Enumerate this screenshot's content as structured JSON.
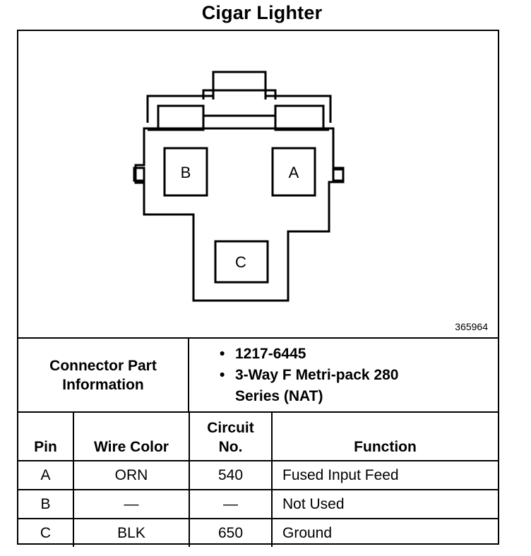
{
  "title": "Cigar Lighter",
  "figure_id": "365964",
  "connector": {
    "cavities": [
      {
        "id": "B",
        "label": "B"
      },
      {
        "id": "A",
        "label": "A"
      },
      {
        "id": "C",
        "label": "C"
      }
    ]
  },
  "connector_info": {
    "label": "Connector Part Information",
    "items": [
      "1217-6445",
      "3-Way F Metri-pack 280 Series (NAT)"
    ],
    "bullet": "•"
  },
  "pin_table": {
    "headers": {
      "pin": "Pin",
      "wire_color": "Wire Color",
      "circuit_line1": "Circuit",
      "circuit_line2": "No.",
      "function": "Function"
    },
    "rows": [
      {
        "pin": "A",
        "wire_color": "ORN",
        "circuit": "540",
        "function": "Fused Input Feed"
      },
      {
        "pin": "B",
        "wire_color": "—",
        "circuit": "—",
        "function": "Not Used"
      },
      {
        "pin": "C",
        "wire_color": "BLK",
        "circuit": "650",
        "function": "Ground"
      }
    ]
  }
}
